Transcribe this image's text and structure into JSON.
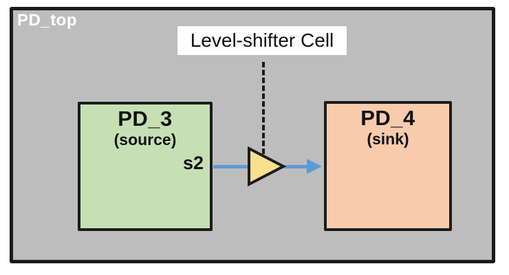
{
  "diagram": {
    "top_domain": {
      "label": "PD_top"
    },
    "annotation": {
      "label": "Level-shifter Cell"
    },
    "source_domain": {
      "name": "PD_3",
      "role": "(source)",
      "port_label": "s2"
    },
    "sink_domain": {
      "name": "PD_4",
      "role": "(sink)"
    },
    "colors": {
      "canvas": "#ffffff",
      "top_fill": "#bdbdbd",
      "top_label": "#ffffff",
      "border": "#1b1b1b",
      "annotation_bg": "#ffffff",
      "annotation_text": "#111111",
      "source_fill": "#c6e0b4",
      "sink_fill": "#f8cbad",
      "shifter_fill": "#f9df8f",
      "connector": "#5b9bd5"
    }
  }
}
